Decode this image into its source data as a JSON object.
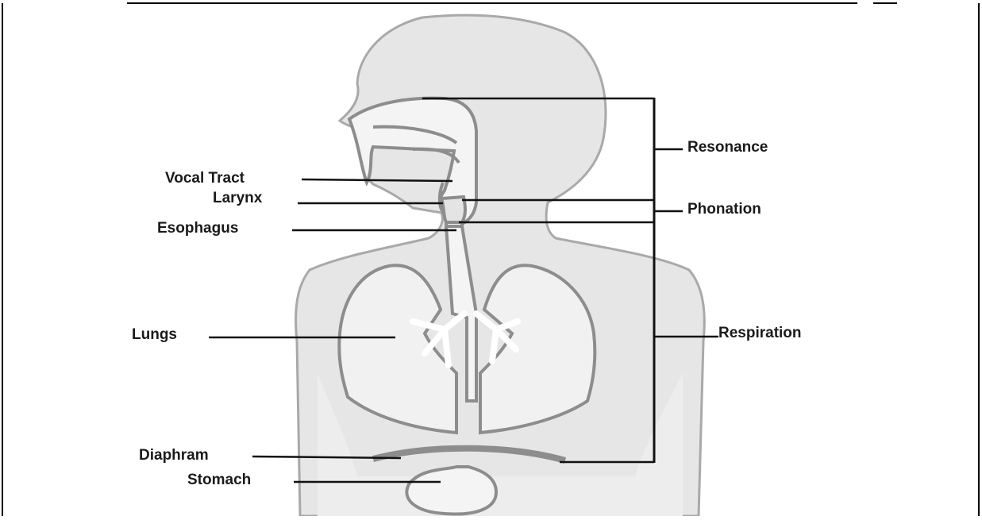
{
  "labels": {
    "vocal_tract": "Vocal Tract",
    "larynx": "Larynx",
    "esophagus": "Esophagus",
    "lungs": "Lungs",
    "diaphram": "Diaphram",
    "stomach": "Stomach",
    "resonance": "Resonance",
    "phonation": "Phonation",
    "respiration": "Respiration"
  },
  "colors": {
    "body_fill": "#e6e6e6",
    "body_stroke": "#a9a9a9",
    "organ_fill": "#f1f1f1",
    "line": "#111111"
  }
}
